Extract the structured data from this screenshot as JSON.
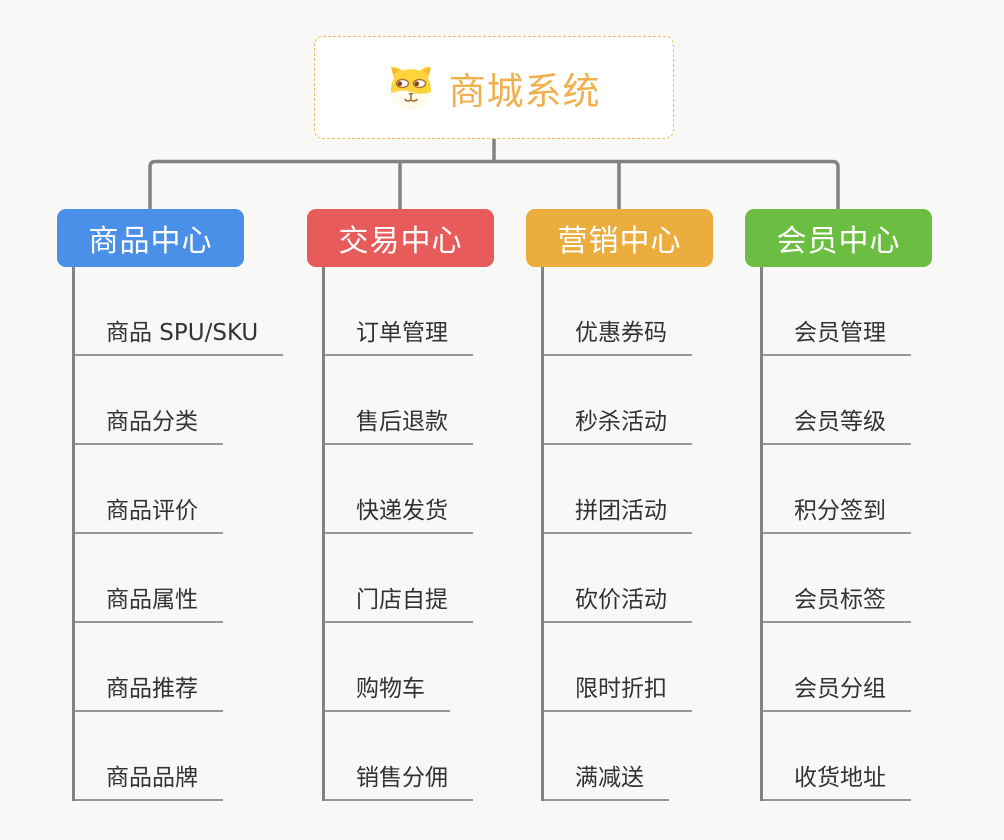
{
  "app": {
    "background_color": "#f8f8f7",
    "connector_color": "#828282",
    "underline_color": "#969696"
  },
  "root": {
    "title": "商城系统",
    "title_color": "#F0B04E",
    "border_color": "#f3bc60",
    "icon": "dog-face-icon"
  },
  "branches": [
    {
      "label": "商品中心",
      "color": "#4A90E8",
      "items": [
        "商品 SPU/SKU",
        "商品分类",
        "商品评价",
        "商品属性",
        "商品推荐",
        "商品品牌"
      ]
    },
    {
      "label": "交易中心",
      "color": "#E85B5B",
      "items": [
        "订单管理",
        "售后退款",
        "快递发货",
        "门店自提",
        "购物车",
        "销售分佣"
      ]
    },
    {
      "label": "营销中心",
      "color": "#EBAE3E",
      "items": [
        "优惠券码",
        "秒杀活动",
        "拼团活动",
        "砍价活动",
        "限时折扣",
        "满减送"
      ]
    },
    {
      "label": "会员中心",
      "color": "#6CBE43",
      "items": [
        "会员管理",
        "会员等级",
        "积分签到",
        "会员标签",
        "会员分组",
        "收货地址"
      ]
    }
  ]
}
